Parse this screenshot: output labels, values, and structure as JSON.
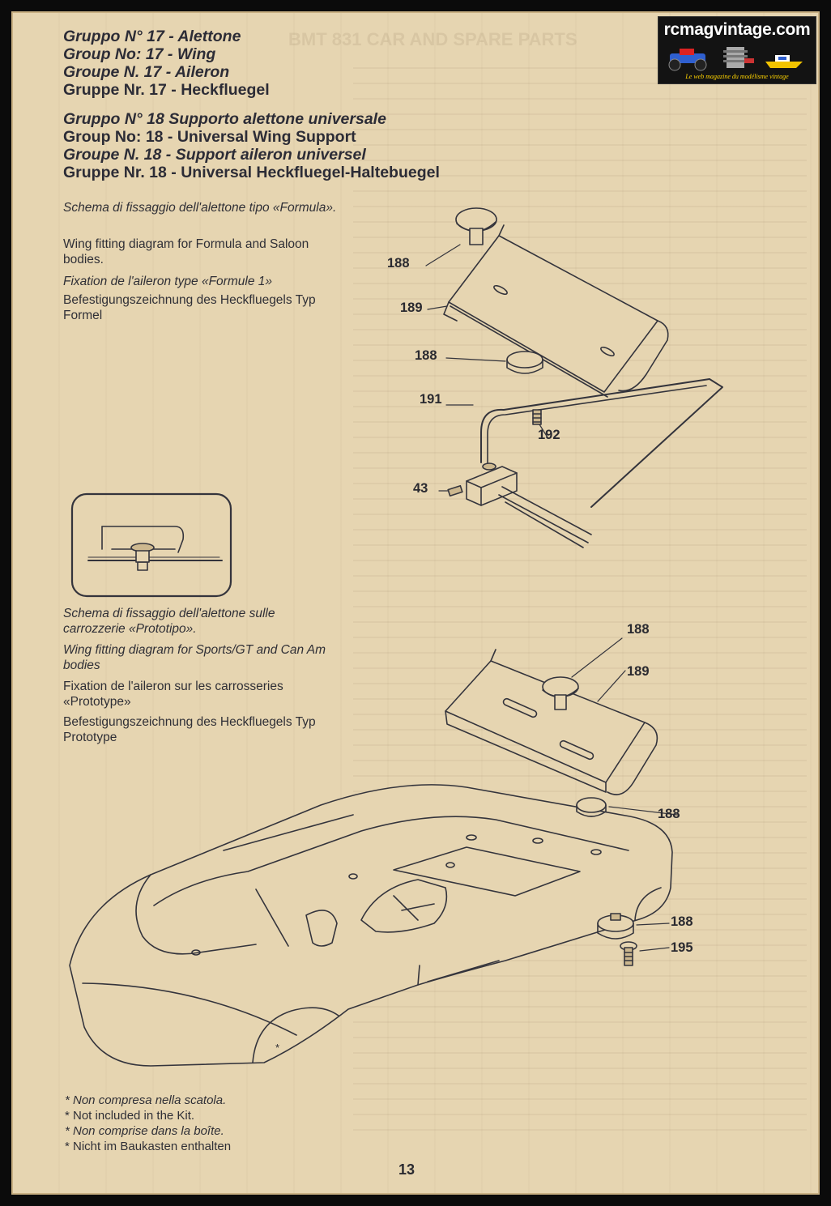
{
  "watermark": {
    "site": "rcmagvintage.com",
    "tagline": "Le web magazine du modélisme vintage"
  },
  "headings": [
    {
      "text": "Gruppo N° 17 - Alettone",
      "italic": true
    },
    {
      "text": "Group No: 17 - Wing",
      "italic": true
    },
    {
      "text": "Groupe N. 17 - Aileron",
      "italic": true
    },
    {
      "text": "Gruppe Nr. 17 - Heckfluegel",
      "italic": false
    },
    {
      "text": "Gruppo N° 18 Supporto alettone universale",
      "italic": true
    },
    {
      "text": "Group No: 18 - Universal Wing Support",
      "italic": false
    },
    {
      "text": "Groupe N. 18 - Support aileron universel",
      "italic": true
    },
    {
      "text": "Gruppe Nr. 18 - Universal Heckfluegel-Haltebuegel",
      "italic": false
    }
  ],
  "formula_captions": [
    {
      "text": "Schema di fissaggio dell'alettone tipo «Formula».",
      "italic": true
    },
    {
      "text": "Wing fitting diagram for Formula and Saloon bodies.",
      "italic": false
    },
    {
      "text": "Fixation de l'aileron type «Formule 1»",
      "italic": true
    },
    {
      "text": "Befestigungszeichnung des Heckfluegels Typ Formel",
      "italic": false
    }
  ],
  "prototype_captions": [
    {
      "text": "Schema di fissaggio dell'alettone sulle carrozzerie «Prototipo».",
      "italic": true
    },
    {
      "text": "Wing fitting diagram for Sports/GT and Can Am bodies",
      "italic": true
    },
    {
      "text": "Fixation de l'aileron sur les carrosseries «Prototype»",
      "italic": false
    },
    {
      "text": "Befestigungszeichnung des Heckfluegels Typ Prototype",
      "italic": false
    }
  ],
  "footnotes": [
    {
      "text": "* Non compresa nella scatola.",
      "italic": true
    },
    {
      "text": "* Not included in the Kit.",
      "italic": false
    },
    {
      "text": "* Non comprise dans la boîte.",
      "italic": true
    },
    {
      "text": "* Nicht im Baukasten enthalten",
      "italic": false
    }
  ],
  "callouts": {
    "formula_wing_knob": "188",
    "formula_wing": "189",
    "formula_spacer": "188",
    "formula_support_wire": "191",
    "formula_grub_screw": "192",
    "formula_clamp_screw": "43",
    "proto_top_knob": "188",
    "proto_wing": "189",
    "proto_spacer": "188",
    "proto_bottom_nut": "188",
    "proto_screw": "195"
  },
  "body_star": "*",
  "page_number": "13",
  "colors": {
    "paper": "#e6d5b1",
    "ink": "#2c2c36",
    "frame": "#0b0b0b",
    "badge_accent": "#ffd400"
  }
}
